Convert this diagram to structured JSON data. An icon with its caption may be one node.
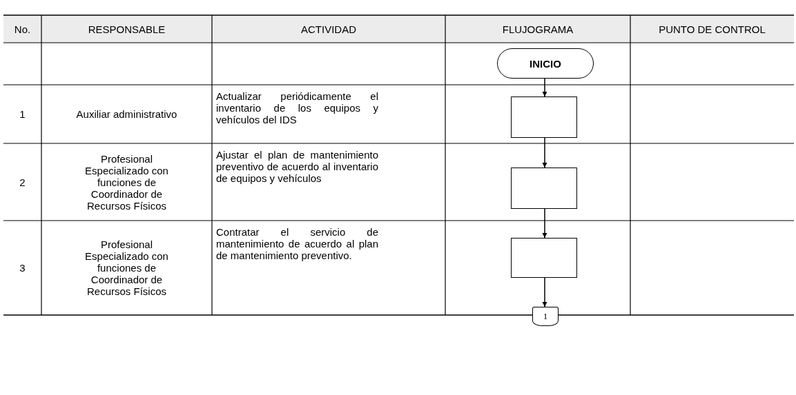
{
  "diagram": {
    "nodes": [
      {
        "text": [
          "INICIO"
        ]
      },
      {
        "text": [],
        "shape": "box"
      },
      {
        "text": [],
        "shape": "box"
      },
      {
        "text": [],
        "shape": "box"
      },
      {
        "text": [
          "1"
        ]
      }
    ],
    "edges": [
      {
        "from": 0,
        "to": 1,
        "arrow": "to"
      },
      {
        "from": 1,
        "to": 2,
        "arrow": "to"
      },
      {
        "from": 2,
        "to": 3,
        "arrow": "to"
      },
      {
        "from": 3,
        "to": 4,
        "arrow": "to"
      }
    ],
    "labels": [
      "No.",
      "RESPONSABLE",
      "ACTIVIDAD",
      "FLUJOGRAMA",
      "PUNTO DE CONTROL",
      "1",
      "Auxiliar administrativo",
      "Actualizar periódicamente el inventario de los equipos y vehículos del IDS",
      "2",
      "Profesional Especializado con funciones de Coordinador de Recursos Físicos",
      "Ajustar el plan de mantenimiento preventivo de acuerdo al inventario de equipos y vehículos",
      "3",
      "Profesional Especializado con funciones de Coordinador de Recursos Físicos",
      "Contratar el servicio de mantenimiento de acuerdo al plan de mantenimiento preventivo."
    ]
  }
}
